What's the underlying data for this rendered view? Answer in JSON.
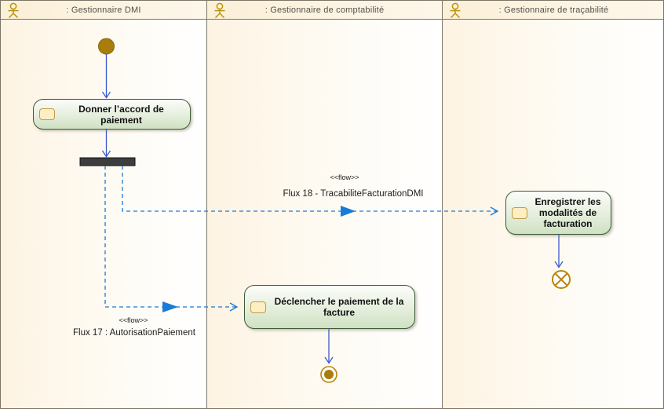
{
  "lanes": [
    {
      "title": ": Gestionnaire DMI"
    },
    {
      "title": ": Gestionnaire de comptabilité"
    },
    {
      "title": ": Gestionnaire de traçabilité"
    }
  ],
  "activities": [
    {
      "label": "Donner l’accord de paiement"
    },
    {
      "label": "Déclencher le paiement de la facture"
    },
    {
      "label": "Enregistrer les modalités de facturation"
    }
  ],
  "flows": [
    {
      "stereotype": "<<flow>>",
      "name": "Flux 18 - TracabiliteFacturationDMI"
    },
    {
      "stereotype": "<<flow>>",
      "name": "Flux 17 : AutorisationPaiement"
    }
  ],
  "icons": {
    "actor": "uml-actor-stick-figure",
    "action": "small-rounded-rectangle"
  },
  "colors": {
    "object_flow_blue": "#187bd7",
    "control_flow_blue": "#3b59d1",
    "node_gold": "#b8860b",
    "initial_node_fill": "#a87d0b",
    "activity_border_green": "#3f5c38",
    "activity_fill_green": "#cfe1c2",
    "lane_header_cream": "#fbf0d8",
    "lane_body_cream": "#fdf3e2",
    "fork_bar_gray": "#3d3d3d",
    "frame_gray": "#7b7567"
  }
}
